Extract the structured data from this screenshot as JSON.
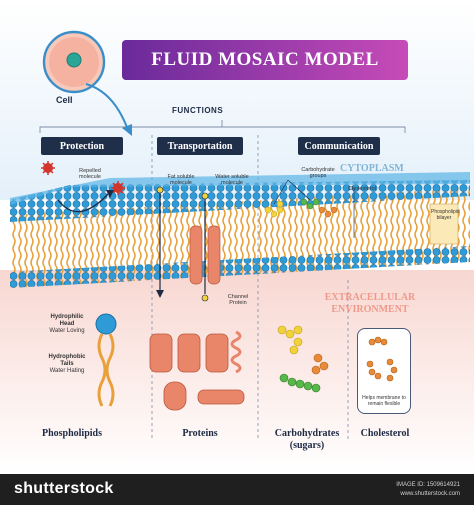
{
  "title": "FLUID MOSAIC MODEL",
  "cell_label": "Cell",
  "functions_label": "FUNCTIONS",
  "tags": {
    "protection": "Protection",
    "transportation": "Transportation",
    "communication": "Communication"
  },
  "annotations": {
    "repelled_molecule": [
      "Repelled",
      "molecule"
    ],
    "fat_soluble": [
      "Fat soluble",
      "molecule"
    ],
    "water_soluble": [
      "Water soluble",
      "molecule"
    ],
    "carbohydrate_groups": [
      "Carbohydrate",
      "groups"
    ],
    "cholesterol_tag": "Cholesterol",
    "channel_protein": [
      "Channel",
      "Protein"
    ],
    "phospholipid_bilayer": [
      "Phospholipid",
      "bilayer"
    ],
    "hydrophilic_head": [
      "Hydrophilic",
      "Head"
    ],
    "water_loving": "Water Loving",
    "hydrophobic_tails": [
      "Hydrophobic",
      "Tails"
    ],
    "water_hating": "Water Hating",
    "helps_membrane": [
      "Helps membrane to",
      "remain flexible"
    ]
  },
  "regions": {
    "cytoplasm": "CYTOPLASM",
    "extracellular": [
      "EXTRACELLULAR",
      "ENVIRONMENT"
    ]
  },
  "categories": {
    "phospholipids": "Phospholipids",
    "proteins": "Proteins",
    "carbohydrates": [
      "Carbohydrates",
      "(sugars)"
    ],
    "cholesterol": "Cholesterol"
  },
  "footer": {
    "brand": "shutterstock",
    "image_id": "IMAGE ID: 1509614921",
    "site": "www.shutterstock.com"
  },
  "colors": {
    "banner_start": "#6a2a9a",
    "banner_end": "#c64bb8",
    "tag_bg": "#1f2f4a",
    "head_blue": "#2f9bd6",
    "tail_orange": "#e8a03a",
    "protein_salmon": "#e9866a",
    "sugar_yellow": "#f2d23a",
    "sugar_green": "#57b84a",
    "extracellular_pink": "#f7d2cc"
  }
}
